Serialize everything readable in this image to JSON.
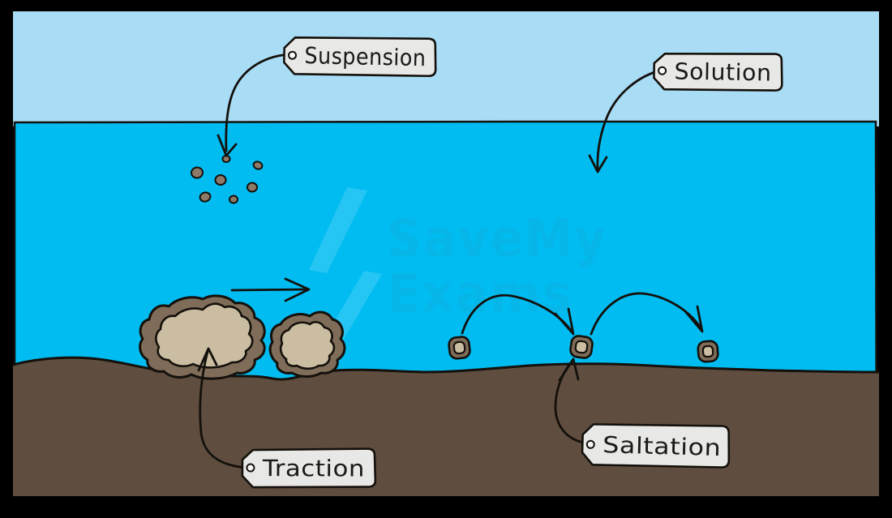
{
  "labels": {
    "suspension": "Suspension",
    "solution": "Solution",
    "traction": "Traction",
    "saltation": "Saltation"
  },
  "watermark": {
    "line1": "SaveMy",
    "line2": "Exams"
  },
  "colors": {
    "frame": "#000000",
    "sky": "#a9ddf6",
    "water": "#00bcf1",
    "ink": "#14100b",
    "bed": "#5f4e40",
    "rock_outer": "#7f6d5a",
    "rock_inner": "#cabda1",
    "particle": "#8d7967",
    "tag_fill": "#e8e8e6",
    "tag_text": "#191919",
    "watermark_text": "#0ab5e5",
    "watermark_bolt": "#45cef5"
  }
}
